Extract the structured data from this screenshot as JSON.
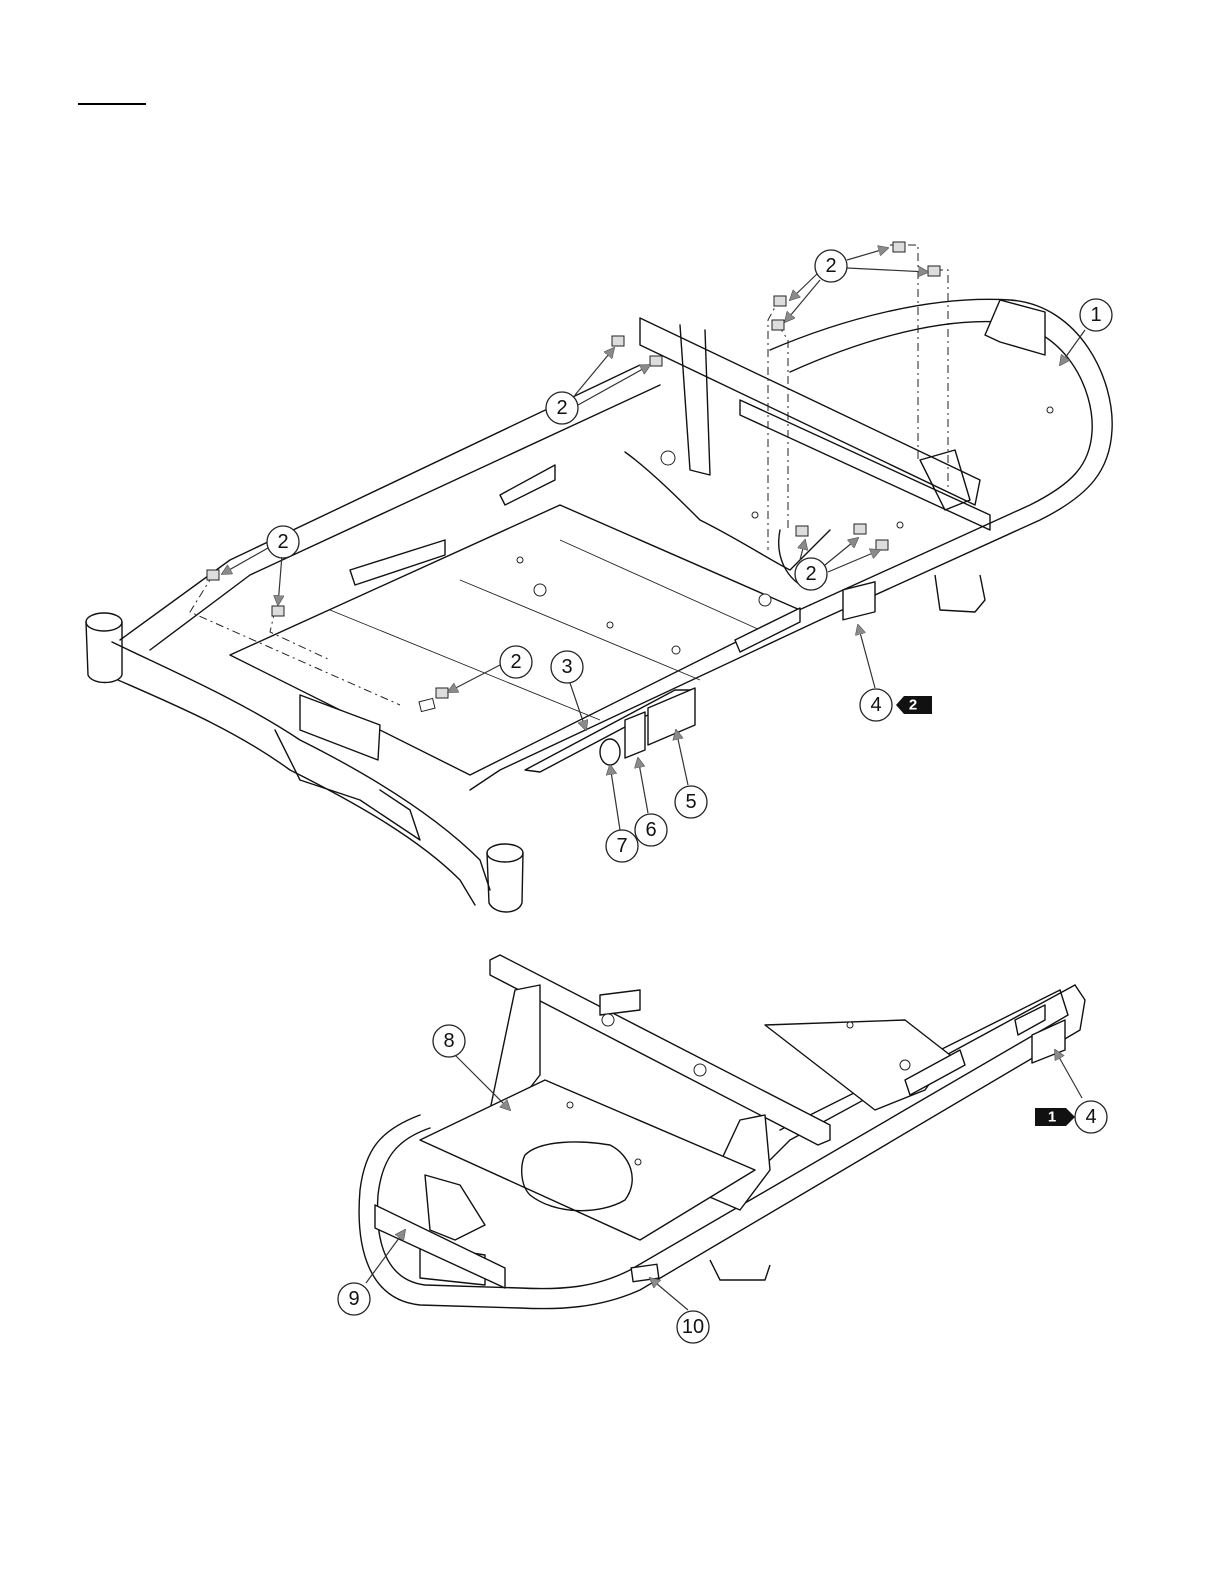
{
  "diagram": {
    "callouts": {
      "c1": "1",
      "c2": "2",
      "c3": "3",
      "c4": "4",
      "c5": "5",
      "c6": "6",
      "c7": "7",
      "c8": "8",
      "c9": "9",
      "c10": "10"
    },
    "tags": {
      "t1": "1",
      "t2": "2"
    }
  },
  "colors": {
    "ink": "#111111",
    "arrow": "#888888",
    "tag_fill": "#111111"
  }
}
